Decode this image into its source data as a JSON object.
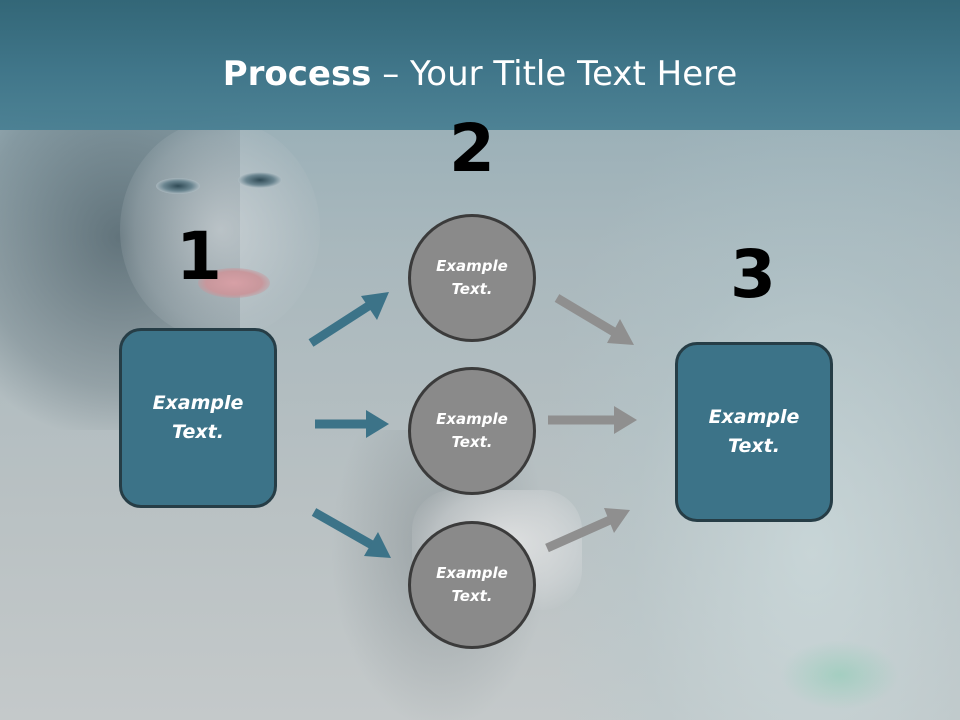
{
  "title": {
    "bold_part": "Process",
    "rest_part": " – Your Title Text Here"
  },
  "steps": {
    "one": "1",
    "two": "2",
    "three": "3"
  },
  "boxes": {
    "left_text": "Example Text.",
    "right_text": "Example Text."
  },
  "circles": {
    "top_text": "Example Text.",
    "middle_text": "Example Text.",
    "bottom_text": "Example Text."
  },
  "colors": {
    "header": "#3d7488",
    "box_fill": "#3c7388",
    "box_border": "#263d46",
    "circle_fill": "#8a8a8a",
    "circle_border": "#3b3b3b",
    "arrow_teal": "#3c7388",
    "arrow_gray": "#8f8f8f",
    "text_white": "#ffffff",
    "number_black": "#000000"
  }
}
